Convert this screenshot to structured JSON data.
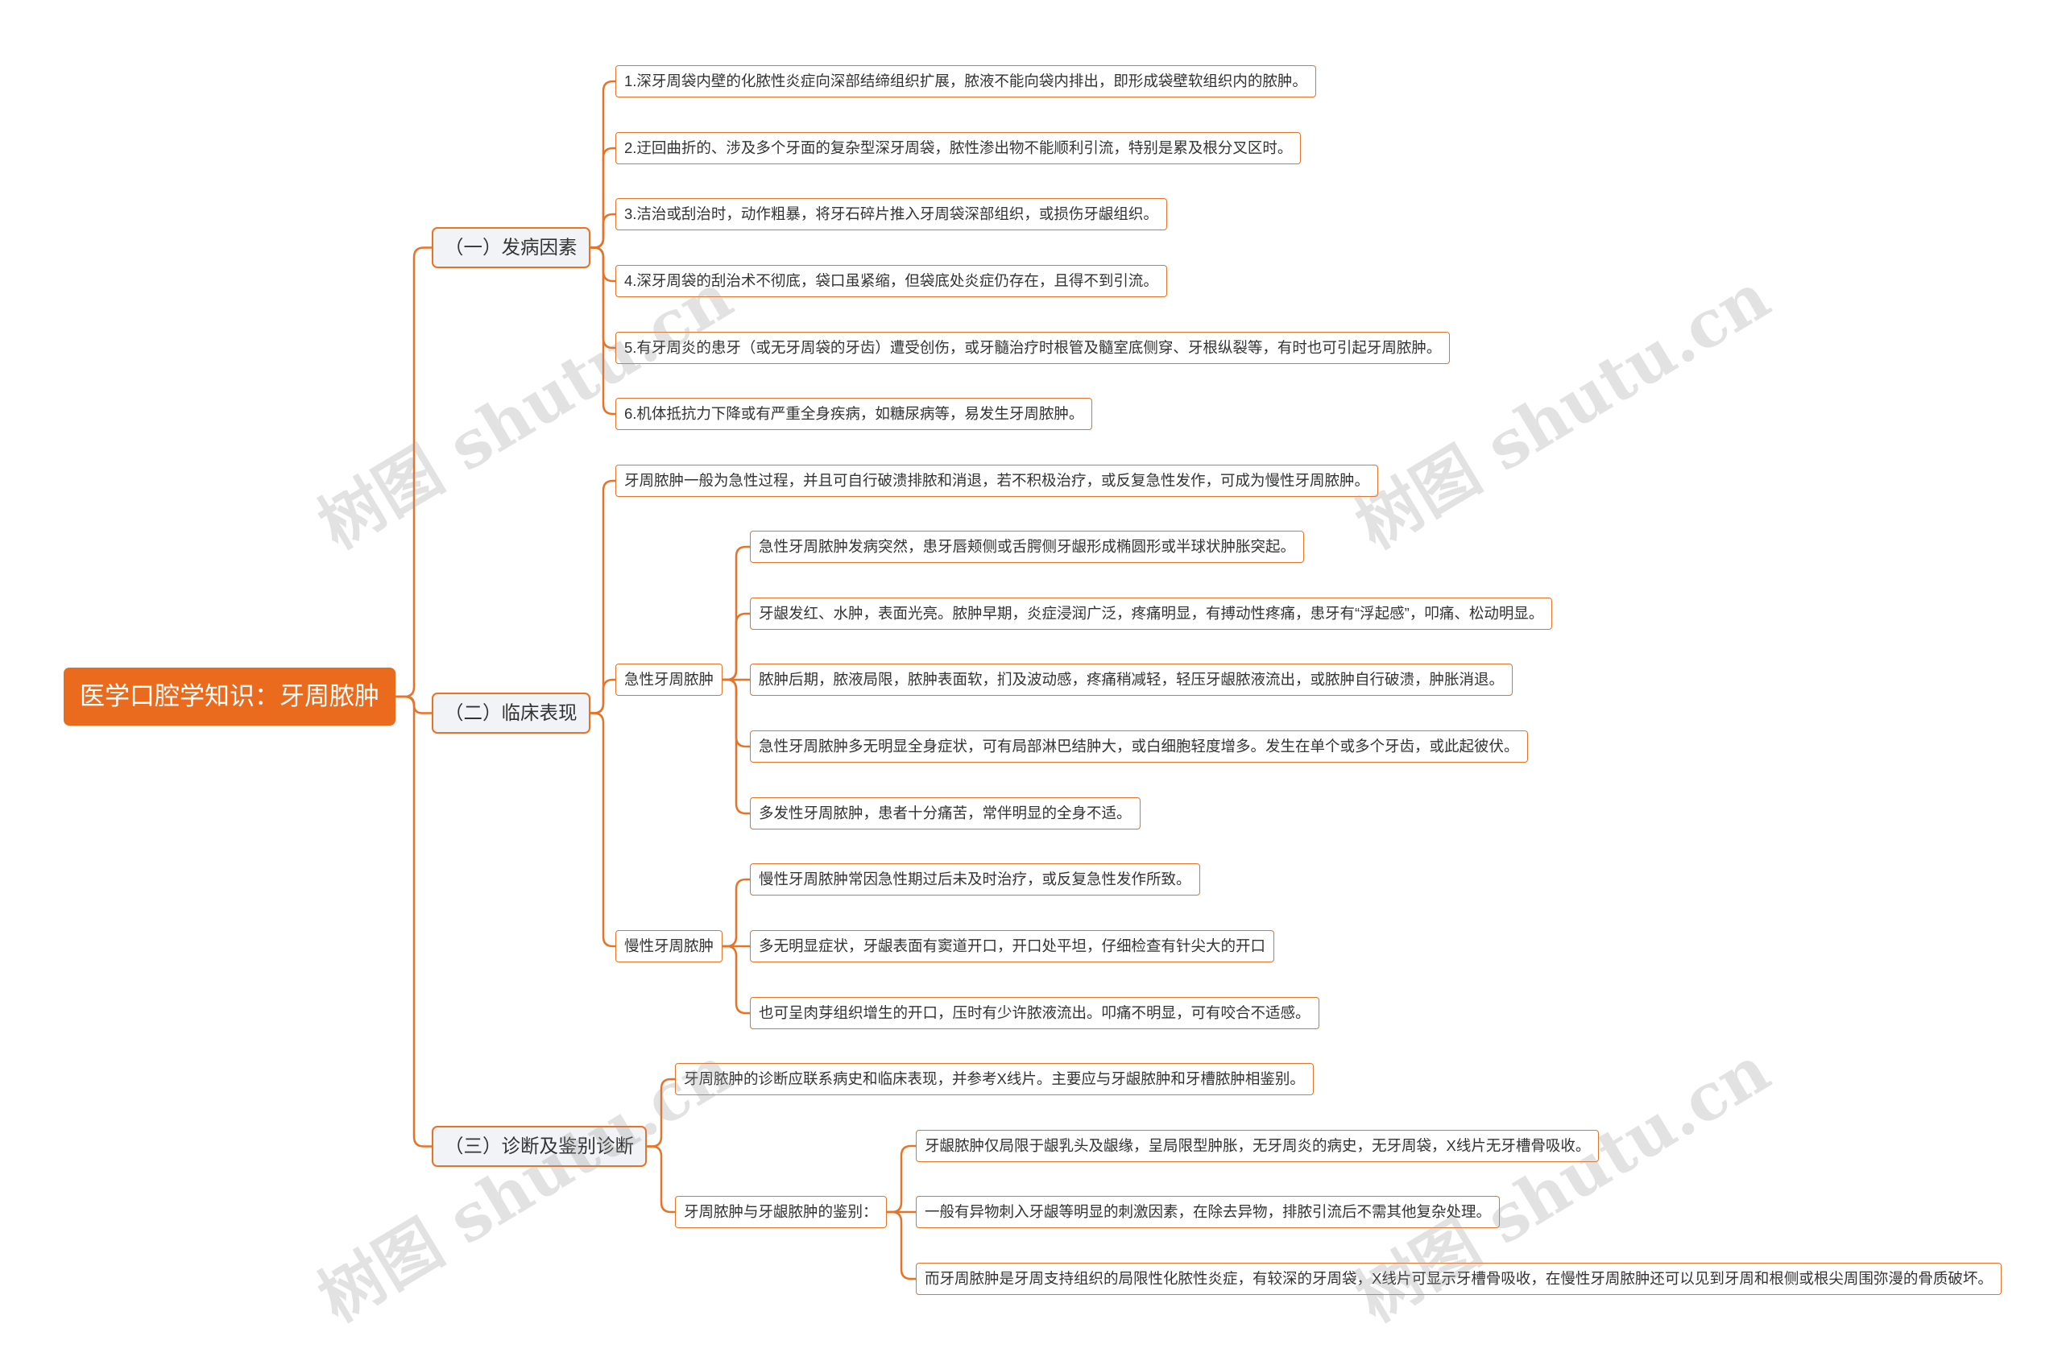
{
  "title": "医学口腔学知识：牙周脓肿",
  "watermark": "树图 shutu.cn",
  "colors": {
    "accent": "#ea6a1e",
    "line": "#e57328",
    "branch_bg": "#f2f3f6",
    "text": "#333333"
  },
  "branches": [
    {
      "label": "（一）发病因素",
      "children": [
        {
          "label": "1.深牙周袋内壁的化脓性炎症向深部结缔组织扩展，脓液不能向袋内排出，即形成袋壁软组织内的脓肿。"
        },
        {
          "label": "2.迂回曲折的、涉及多个牙面的复杂型深牙周袋，脓性渗出物不能顺利引流，特别是累及根分叉区时。"
        },
        {
          "label": "3.洁治或刮治时，动作粗暴，将牙石碎片推入牙周袋深部组织，或损伤牙龈组织。"
        },
        {
          "label": "4.深牙周袋的刮治术不彻底，袋口虽紧缩，但袋底处炎症仍存在，且得不到引流。"
        },
        {
          "label": "5.有牙周炎的患牙（或无牙周袋的牙齿）遭受创伤，或牙髓治疗时根管及髓室底侧穿、牙根纵裂等，有时也可引起牙周脓肿。"
        },
        {
          "label": "6.机体抵抗力下降或有严重全身疾病，如糖尿病等，易发生牙周脓肿。"
        }
      ]
    },
    {
      "label": "（二）临床表现",
      "children": [
        {
          "label": "牙周脓肿一般为急性过程，并且可自行破溃排脓和消退，若不积极治疗，或反复急性发作，可成为慢性牙周脓肿。"
        },
        {
          "label": "急性牙周脓肿",
          "children": [
            {
              "label": "急性牙周脓肿发病突然，患牙唇颊侧或舌腭侧牙龈形成椭圆形或半球状肿胀突起。"
            },
            {
              "label": "牙龈发红、水肿，表面光亮。脓肿早期，炎症浸润广泛，疼痛明显，有搏动性疼痛，患牙有“浮起感”，叩痛、松动明显。"
            },
            {
              "label": "脓肿后期，脓液局限，脓肿表面软，扪及波动感，疼痛稍减轻，轻压牙龈脓液流出，或脓肿自行破溃，肿胀消退。"
            },
            {
              "label": "急性牙周脓肿多无明显全身症状，可有局部淋巴结肿大，或白细胞轻度增多。发生在单个或多个牙齿，或此起彼伏。"
            },
            {
              "label": "多发性牙周脓肿，患者十分痛苦，常伴明显的全身不适。"
            }
          ]
        },
        {
          "label": "慢性牙周脓肿",
          "children": [
            {
              "label": "慢性牙周脓肿常因急性期过后未及时治疗，或反复急性发作所致。"
            },
            {
              "label": "多无明显症状，牙龈表面有窦道开口，开口处平坦，仔细检查有针尖大的开口"
            },
            {
              "label": "也可呈肉芽组织增生的开口，压时有少许脓液流出。叩痛不明显，可有咬合不适感。"
            }
          ]
        }
      ]
    },
    {
      "label": "（三）诊断及鉴别诊断",
      "children": [
        {
          "label": "牙周脓肿的诊断应联系病史和临床表现，并参考X线片。主要应与牙龈脓肿和牙槽脓肿相鉴别。"
        },
        {
          "label": "牙周脓肿与牙龈脓肿的鉴别：",
          "children": [
            {
              "label": "牙龈脓肿仅局限于龈乳头及龈缘，呈局限型肿胀，无牙周炎的病史，无牙周袋，X线片无牙槽骨吸收。"
            },
            {
              "label": "一般有异物刺入牙龈等明显的刺激因素，在除去异物，排脓引流后不需其他复杂处理。"
            },
            {
              "label": "而牙周脓肿是牙周支持组织的局限性化脓性炎症，有较深的牙周袋，X线片可显示牙槽骨吸收，在慢性牙周脓肿还可以见到牙周和根侧或根尖周围弥漫的骨质破坏。"
            }
          ]
        }
      ]
    }
  ]
}
